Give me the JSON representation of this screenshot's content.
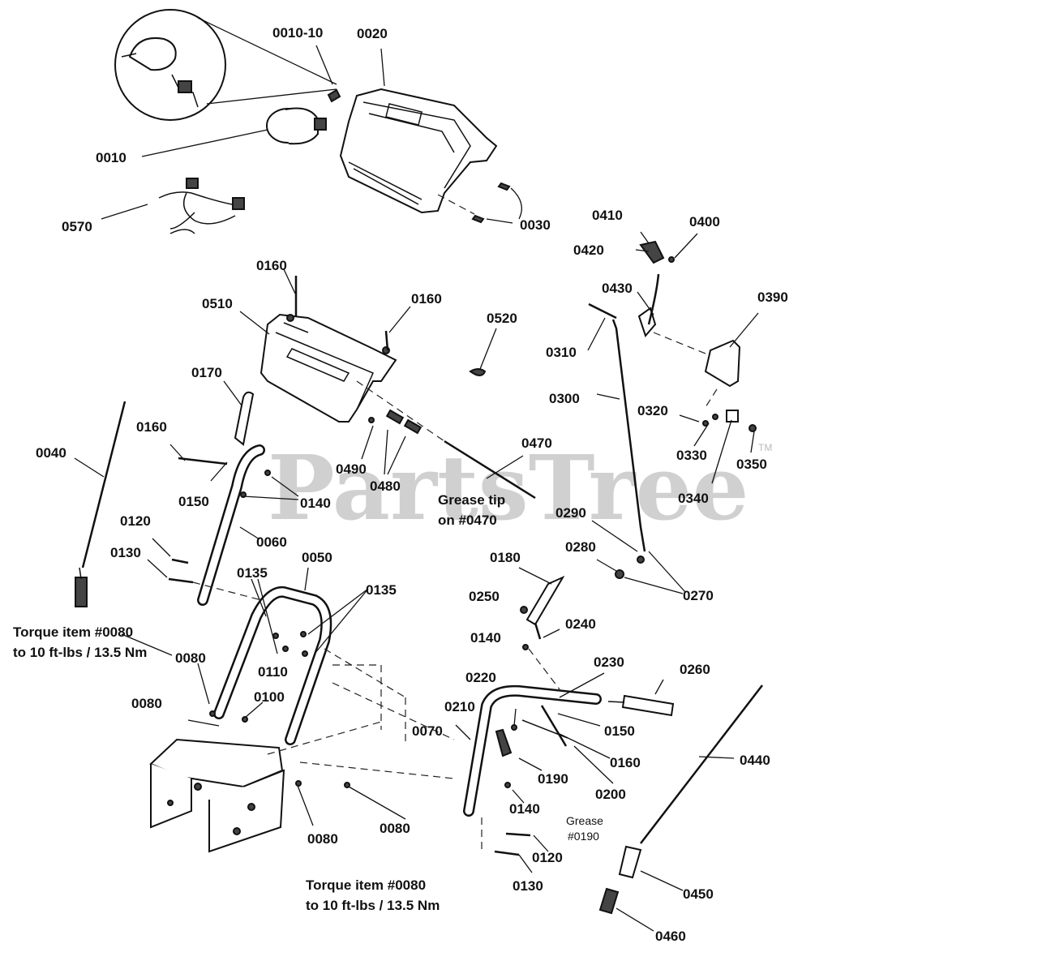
{
  "watermark": {
    "text": "PartsTree",
    "trademark": "TM"
  },
  "callouts": {
    "c0010_10": "0010-10",
    "c0020": "0020",
    "c0010": "0010",
    "c0570": "0570",
    "c0030": "0030",
    "c0410": "0410",
    "c0400": "0400",
    "c0420": "0420",
    "c0430": "0430",
    "c0390": "0390",
    "c0160a": "0160",
    "c0510": "0510",
    "c0160b": "0160",
    "c0520": "0520",
    "c0310": "0310",
    "c0300": "0300",
    "c0320": "0320",
    "c0170": "0170",
    "c0040": "0040",
    "c0160c": "0160",
    "c0490": "0490",
    "c0480": "0480",
    "c0470": "0470",
    "c0330": "0330",
    "c0350": "0350",
    "c0340": "0340",
    "c0150a": "0150",
    "c0140a": "0140",
    "c0290": "0290",
    "c0120a": "0120",
    "c0060": "0060",
    "c0280": "0280",
    "c0130a": "0130",
    "c0050": "0050",
    "c0180": "0180",
    "c0270": "0270",
    "c0135a": "0135",
    "c0135b": "0135",
    "c0250": "0250",
    "c0240": "0240",
    "c0140b": "0140",
    "c0080a": "0080",
    "c0110": "0110",
    "c0230": "0230",
    "c0260": "0260",
    "c0220": "0220",
    "c0080b": "0080",
    "c0100": "0100",
    "c0210": "0210",
    "c0150b": "0150",
    "c0070": "0070",
    "c0160d": "0160",
    "c0440": "0440",
    "c0190": "0190",
    "c0200": "0200",
    "c0140c": "0140",
    "c0080c": "0080",
    "c0080d": "0080",
    "c0120b": "0120",
    "c0130b": "0130",
    "c0450": "0450",
    "c0460": "0460"
  },
  "notes": {
    "grease_tip_1": "Grease tip",
    "grease_tip_2": "on #0470",
    "torque1_line1": "Torque item #0080",
    "torque1_line2": "to 10 ft-lbs / 13.5 Nm",
    "torque2_line1": "Torque item #0080",
    "torque2_line2": "to 10 ft-lbs / 13.5 Nm",
    "grease_0190_1": "Grease",
    "grease_0190_2": "#0190"
  }
}
